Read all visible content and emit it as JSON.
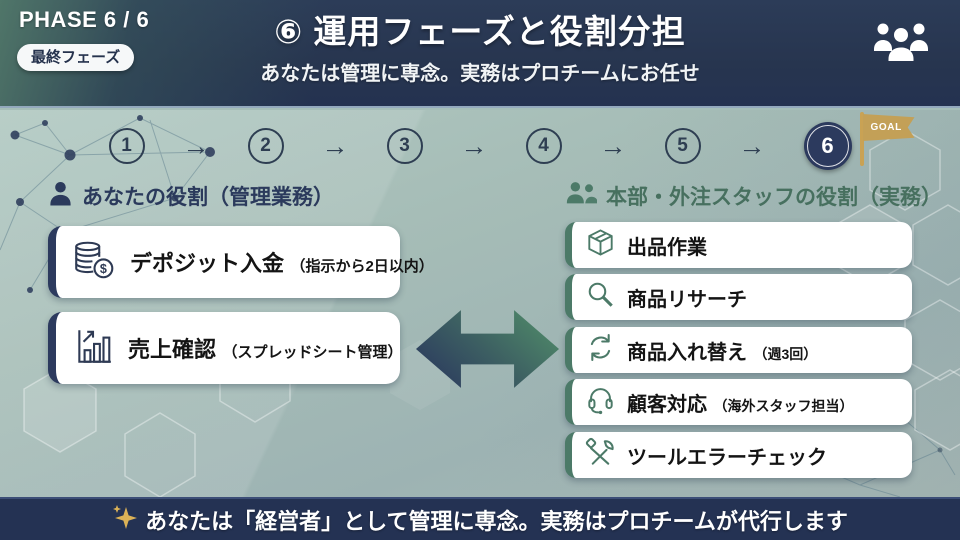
{
  "header": {
    "phase_label": "PHASE 6 / 6",
    "badge": "最終フェーズ",
    "title": "⑥ 運用フェーズと役割分担",
    "subtitle": "あなたは管理に専念。実務はプロチームにお任せ",
    "group_icon": "people-group-icon"
  },
  "progress": {
    "steps": [
      "1",
      "2",
      "3",
      "4",
      "5",
      "6"
    ],
    "current_step": "6",
    "arrow_glyph": "→",
    "goal_label": "GOAL"
  },
  "left_column": {
    "heading": "あなたの役割（管理業務）",
    "heading_icon": "person-icon",
    "cards": [
      {
        "icon": "coins-icon",
        "title": "デポジット入金",
        "note": "（指示から2日以内）"
      },
      {
        "icon": "bar-chart-icon",
        "title": "売上確認",
        "note": "（スプレッドシート管理）"
      }
    ]
  },
  "center": {
    "icon": "double-arrow-icon"
  },
  "right_column": {
    "heading": "本部・外注スタッフの役割（実務）",
    "heading_icon": "people-icon",
    "cards": [
      {
        "icon": "package-icon",
        "title": "出品作業",
        "note": ""
      },
      {
        "icon": "magnifier-icon",
        "title": "商品リサーチ",
        "note": ""
      },
      {
        "icon": "refresh-icon",
        "title": "商品入れ替え",
        "note": "（週3回）"
      },
      {
        "icon": "headset-icon",
        "title": "顧客対応",
        "note": "（海外スタッフ担当）"
      },
      {
        "icon": "tools-icon",
        "title": "ツールエラーチェック",
        "note": ""
      }
    ]
  },
  "footer": {
    "sparkle_icon": "sparkle-icon",
    "message": "あなたは「経営者」として管理に専念。実務はプロチームが代行します"
  },
  "glyphs": {
    "dollar": "$"
  },
  "colors": {
    "header_navy": "#28364f",
    "accent_navy": "#2c3a5e",
    "accent_green": "#4c7a68",
    "gold": "#c9a254",
    "body_teal": "#a5beb8",
    "footer_navy": "#243253"
  }
}
